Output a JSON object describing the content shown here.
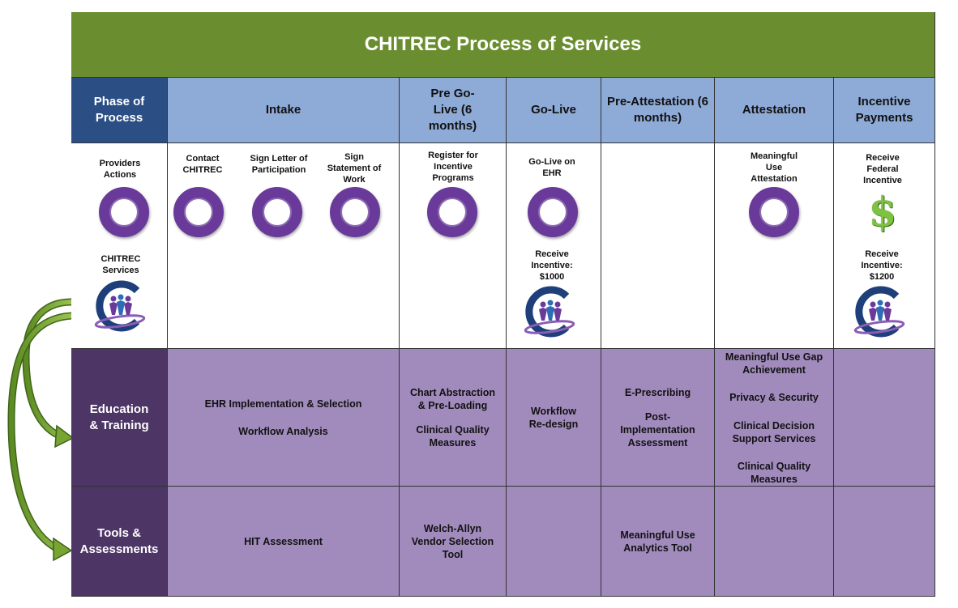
{
  "title": "CHITREC Process of Services",
  "header": {
    "phase": "Phase of Process",
    "columns": [
      "Intake",
      "Pre Go-Live (6 months)",
      "Go-Live",
      "Pre-Attestation (6 months)",
      "Attestation",
      "Incentive Payments"
    ]
  },
  "actions_row": {
    "providers_actions": "Providers Actions",
    "chitrec_services": "CHITREC Services",
    "intake_steps": [
      "Contact CHITREC",
      "Sign Letter of Participation",
      "Sign Statement of Work"
    ],
    "pregolive_step": "Register for Incentive Programs",
    "golive_step": "Go-Live on EHR",
    "golive_incentive": "Receive Incentive: $1000",
    "attestation_step": "Meaningful Use Attestation",
    "federal_incentive": "Receive Federal Incentive",
    "final_incentive": "Receive Incentive: $1200",
    "dollar_symbol": "$"
  },
  "education": {
    "label": "Education & Training",
    "intake": [
      "EHR Implementation & Selection",
      "Workflow Analysis"
    ],
    "pregolive": [
      "Chart Abstraction & Pre-Loading",
      "Clinical Quality Measures"
    ],
    "golive": [
      "Workflow Re-design"
    ],
    "preattestation": [
      "E-Prescribing",
      "Post-Implementation Assessment"
    ],
    "attestation": [
      "Meaningful Use Gap Achievement",
      "Privacy & Security",
      "Clinical Decision Support Services",
      "Clinical Quality Measures"
    ]
  },
  "tools": {
    "label": "Tools & Assessments",
    "intake": "HIT Assessment",
    "pregolive": "Welch-Allyn Vendor Selection Tool",
    "preattestation": "Meaningful Use Analytics Tool"
  },
  "colors": {
    "title_bg": "#6a8e2f",
    "header_bg": "#8eaad6",
    "phase_bg": "#2b4f85",
    "row_label_bg": "#4d3566",
    "row_bg": "#a18bbd",
    "ring": "#6a3a9a",
    "arrow": "#78a434"
  },
  "icons": [
    "ring-icon",
    "chitrec-logo-icon",
    "dollar-icon",
    "curved-arrow-icon"
  ]
}
